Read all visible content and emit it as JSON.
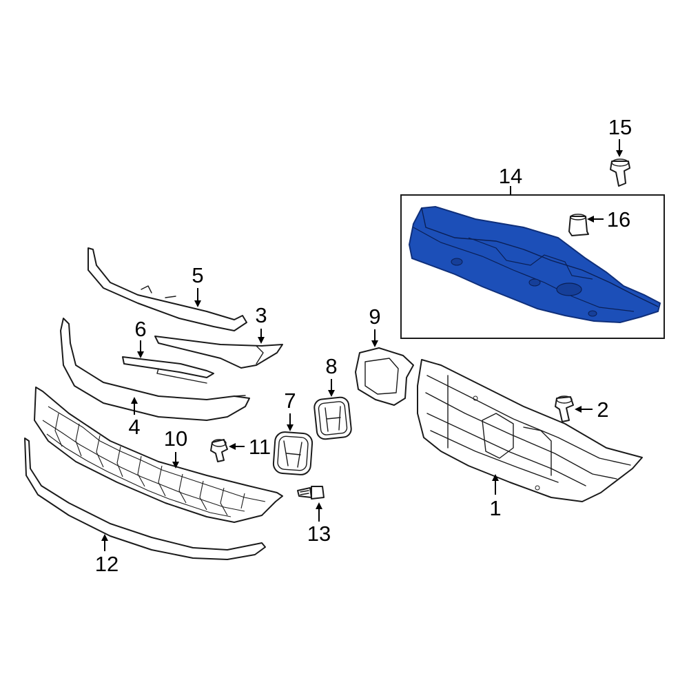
{
  "colors": {
    "highlight_fill": "#1c4fb8",
    "highlight_dark": "#0f2f7a",
    "line": "#1a1a1a",
    "background": "#ffffff"
  },
  "callouts": {
    "c1": "1",
    "c2": "2",
    "c3": "3",
    "c4": "4",
    "c5": "5",
    "c6": "6",
    "c7": "7",
    "c8": "8",
    "c9": "9",
    "c10": "10",
    "c11": "11",
    "c12": "12",
    "c13": "13",
    "c14": "14",
    "c15": "15",
    "c16": "16"
  },
  "highlighted_part": "14"
}
